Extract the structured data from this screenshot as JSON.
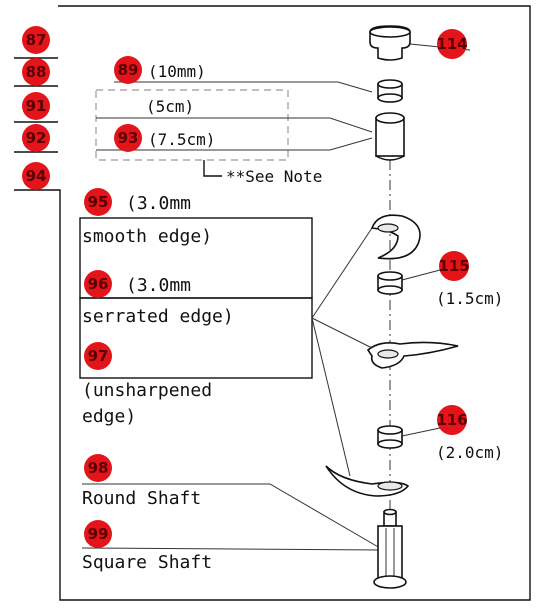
{
  "badges": {
    "b87": "87",
    "b88": "88",
    "b91": "91",
    "b92": "92",
    "b94": "94",
    "b89": "89",
    "b93": "93",
    "b95": "95",
    "b96": "96",
    "b97": "97",
    "b98": "98",
    "b99": "99",
    "b114": "114",
    "b115": "115",
    "b116": "116"
  },
  "labels": {
    "l89": "(10mm)",
    "l5cm": "(5cm)",
    "l93": "(7.5cm)",
    "see_note": "**See Note",
    "l95a": "(3.0mm",
    "l95b": "smooth edge)",
    "l96a": "(3.0mm",
    "l96b": "serrated edge)",
    "l97a": "(unsharpened",
    "l97b": "edge)",
    "l98": "Round Shaft",
    "l99": "Square Shaft",
    "l115": "(1.5cm)",
    "l116": "(2.0cm)"
  },
  "colors": {
    "badge": "#e4141b",
    "line": "#111111",
    "background": "#ffffff"
  }
}
